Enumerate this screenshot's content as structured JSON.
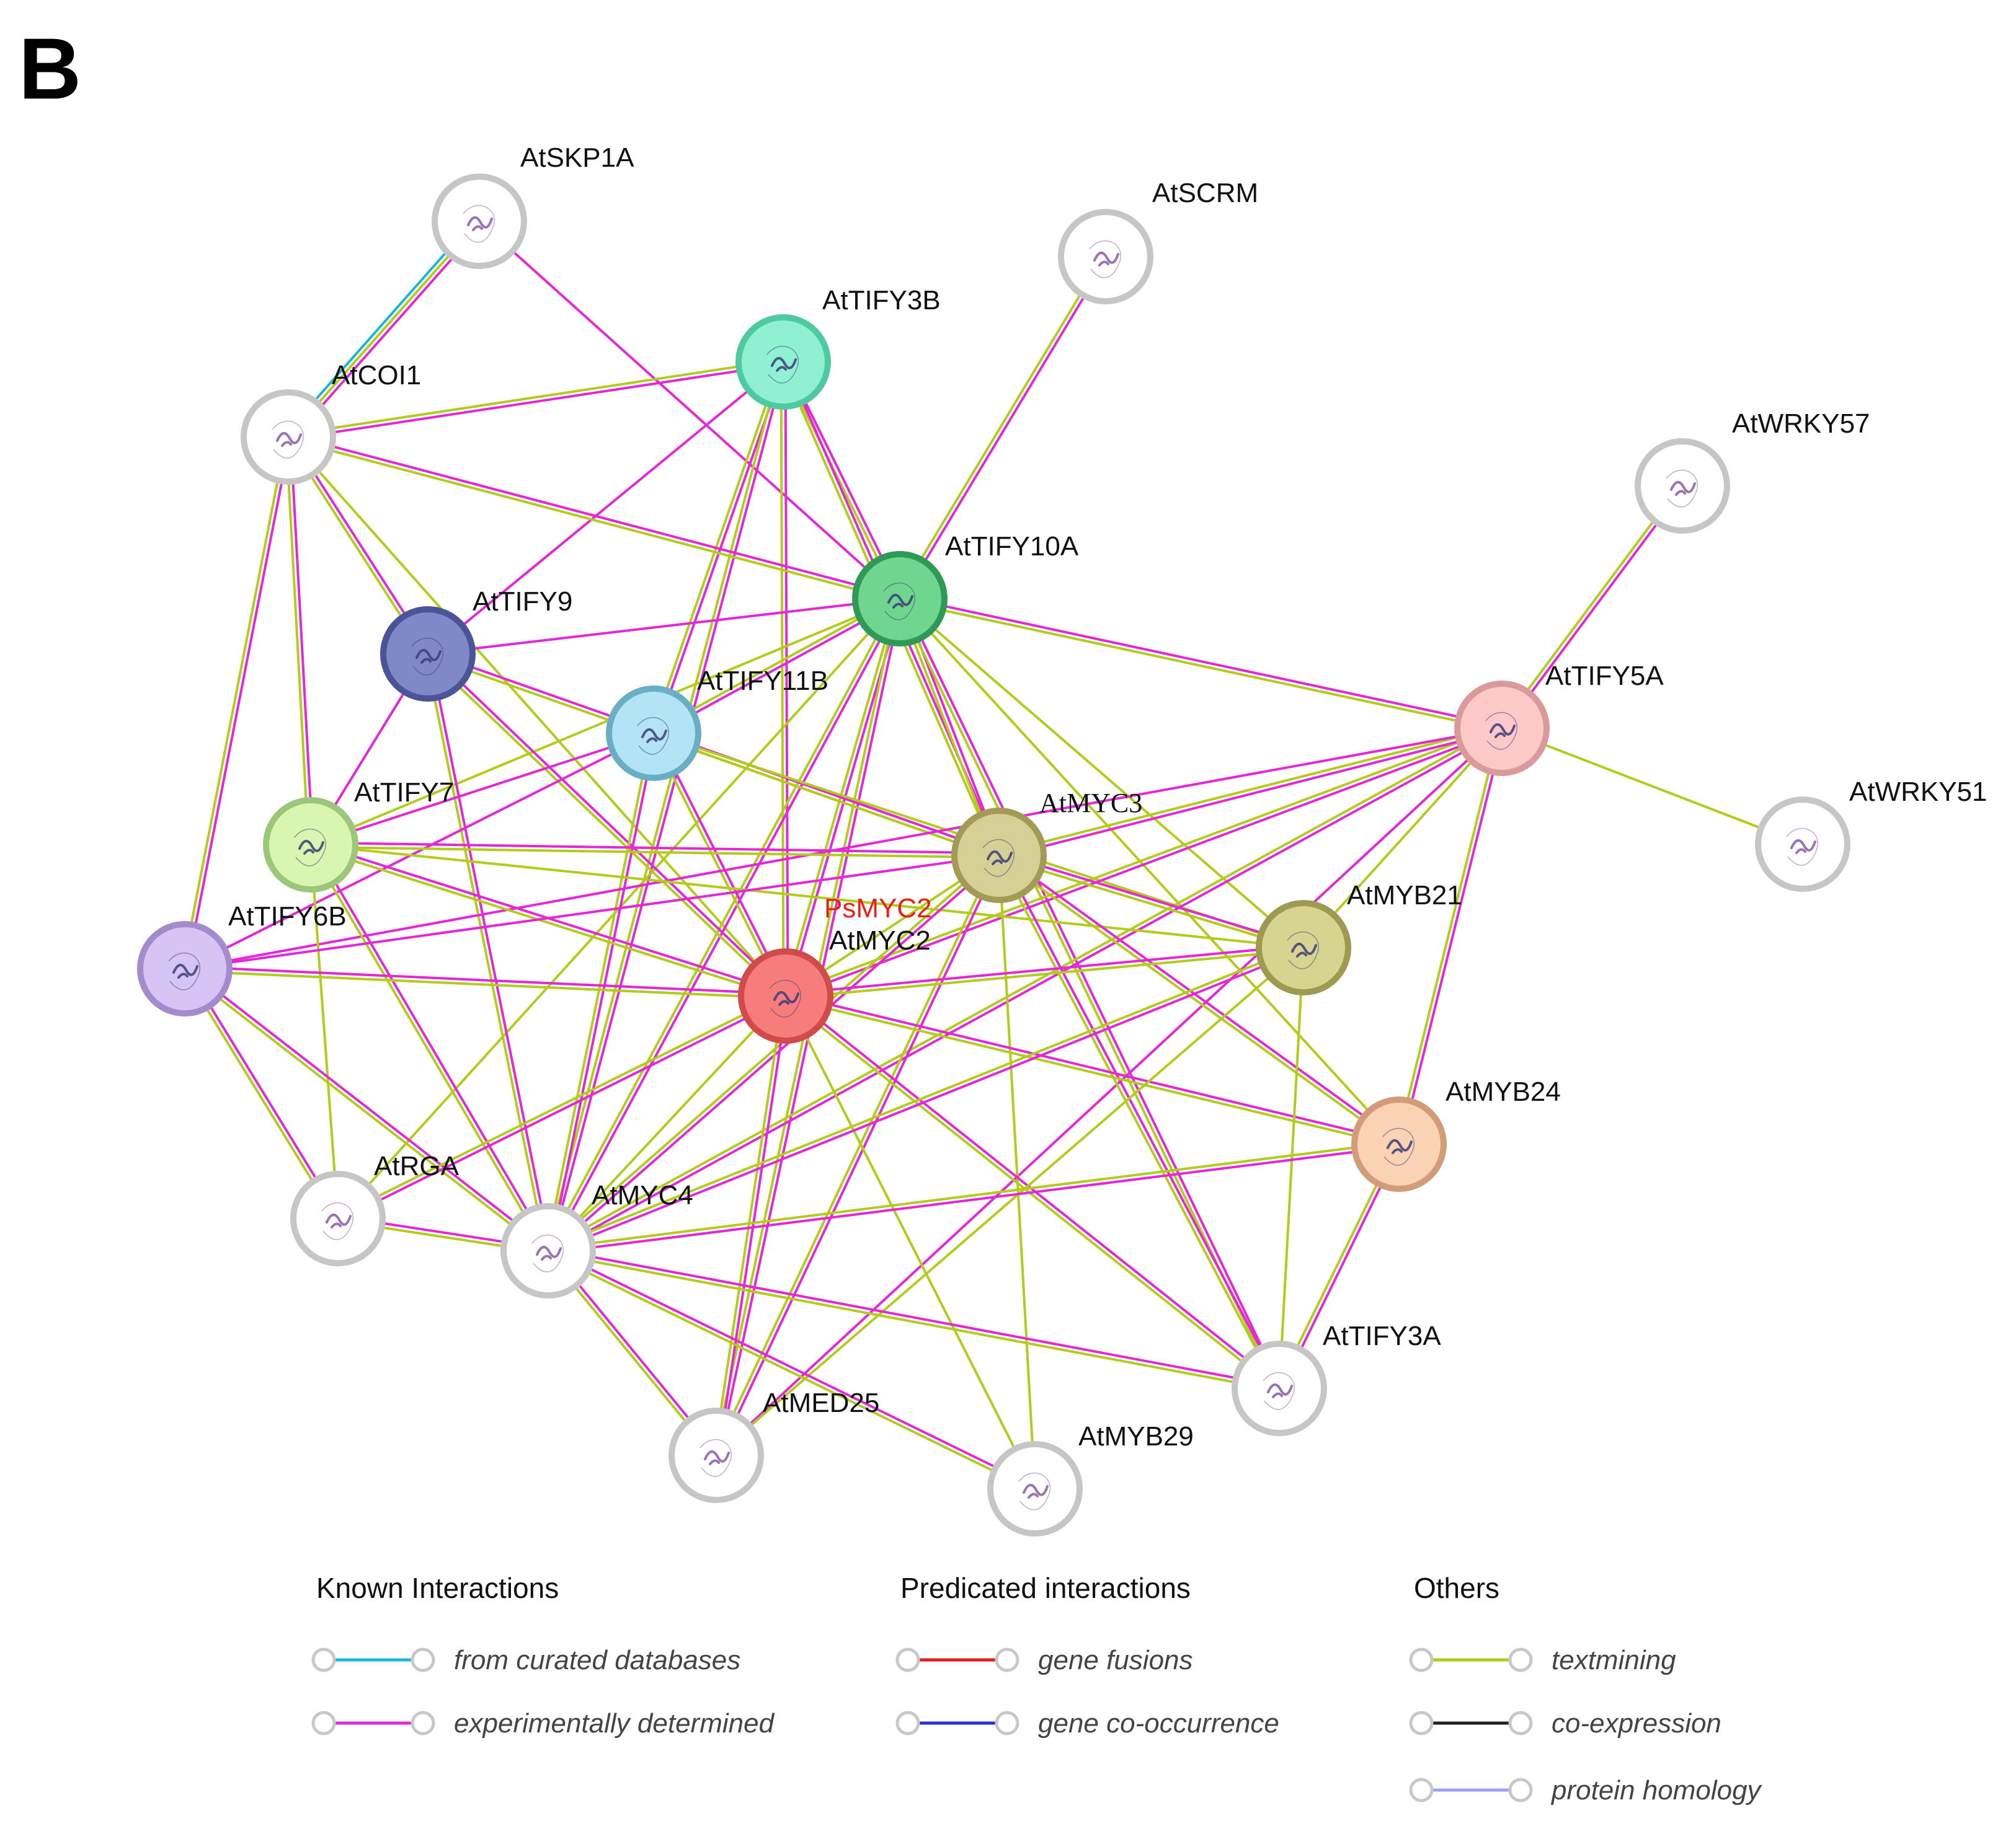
{
  "panel_label": "B",
  "colors": {
    "experimental": "#e528d6",
    "textmining": "#b3cc1c",
    "curated": "#18b6da",
    "gene_fusion": "#e81919",
    "cooccurrence": "#2a2fd6",
    "coexpression": "#222222",
    "homology": "#9ba0f0",
    "node_ring_default": "#c6c6c6"
  },
  "nodes": [
    {
      "id": "skp1a",
      "label": "AtSKP1A",
      "fill": "#ffffff",
      "ring": "#c6c6c6",
      "icon": "protein-structure-icon"
    },
    {
      "id": "scrm",
      "label": "AtSCRM",
      "fill": "#ffffff",
      "ring": "#c6c6c6",
      "icon": "protein-structure-icon"
    },
    {
      "id": "tify3b",
      "label": "AtTIFY3B",
      "fill": "#8ff0d2",
      "ring": "#4fc9a0",
      "icon": "protein-structure-icon"
    },
    {
      "id": "coi1",
      "label": "AtCOI1",
      "fill": "#ffffff",
      "ring": "#c6c6c6",
      "icon": "protein-structure-icon"
    },
    {
      "id": "wrky57",
      "label": "AtWRKY57",
      "fill": "#ffffff",
      "ring": "#c6c6c6",
      "icon": "protein-structure-icon"
    },
    {
      "id": "tify10a",
      "label": "AtTIFY10A",
      "fill": "#6fd68f",
      "ring": "#2e9a55",
      "icon": "protein-structure-icon"
    },
    {
      "id": "tify9",
      "label": "AtTIFY9",
      "fill": "#8088c8",
      "ring": "#4b5496",
      "icon": "protein-structure-icon"
    },
    {
      "id": "tify11b",
      "label": "AtTIFY11B",
      "fill": "#b2e4f6",
      "ring": "#6aaec6",
      "icon": "protein-structure-icon"
    },
    {
      "id": "tify5a",
      "label": "AtTIFY5A",
      "fill": "#fdc8c8",
      "ring": "#d89a9a",
      "icon": "protein-structure-icon"
    },
    {
      "id": "wrky51",
      "label": "AtWRKY51",
      "fill": "#ffffff",
      "ring": "#c6c6c6",
      "icon": "protein-structure-icon"
    },
    {
      "id": "tify7",
      "label": "AtTIFY7",
      "fill": "#d8f6b0",
      "ring": "#9cc77a",
      "icon": "protein-structure-icon"
    },
    {
      "id": "myc3",
      "label": "AtMYC3",
      "fill": "#d6d096",
      "ring": "#a39b55",
      "icon": "protein-structure-icon",
      "serif": true
    },
    {
      "id": "tify6b",
      "label": "AtTIFY6B",
      "fill": "#d6c4f5",
      "ring": "#a48ccc",
      "icon": "protein-structure-icon"
    },
    {
      "id": "myb21",
      "label": "AtMYB21",
      "fill": "#d6d48f",
      "ring": "#9e9a52",
      "icon": "protein-structure-icon"
    },
    {
      "id": "myc2",
      "label": "AtMYC2",
      "fill": "#f77d7d",
      "ring": "#d24b4b",
      "icon": "protein-structure-icon",
      "highlight_label": "PsMYC2"
    },
    {
      "id": "myb24",
      "label": "AtMYB24",
      "fill": "#fad2b4",
      "ring": "#d29c78",
      "icon": "protein-structure-icon"
    },
    {
      "id": "rga",
      "label": "AtRGA",
      "fill": "#ffffff",
      "ring": "#c6c6c6",
      "icon": "protein-structure-icon"
    },
    {
      "id": "myc4",
      "label": "AtMYC4",
      "fill": "#ffffff",
      "ring": "#c6c6c6",
      "icon": "protein-structure-icon"
    },
    {
      "id": "tify3a",
      "label": "AtTIFY3A",
      "fill": "#ffffff",
      "ring": "#c6c6c6",
      "icon": "protein-structure-icon"
    },
    {
      "id": "med25",
      "label": "AtMED25",
      "fill": "#ffffff",
      "ring": "#c6c6c6",
      "icon": "protein-structure-icon"
    },
    {
      "id": "myb29",
      "label": "AtMYB29",
      "fill": "#ffffff",
      "ring": "#c6c6c6",
      "icon": "protein-structure-icon"
    }
  ],
  "edges": [
    {
      "source": "skp1a",
      "target": "coi1",
      "types": [
        "experimental",
        "textmining",
        "curated"
      ]
    },
    {
      "source": "skp1a",
      "target": "tify10a",
      "types": [
        "experimental"
      ]
    },
    {
      "source": "scrm",
      "target": "tify10a",
      "types": [
        "experimental",
        "textmining"
      ]
    },
    {
      "source": "tify3b",
      "target": "coi1",
      "types": [
        "experimental",
        "textmining"
      ]
    },
    {
      "source": "tify3b",
      "target": "tify10a",
      "types": [
        "experimental",
        "textmining"
      ]
    },
    {
      "source": "tify3b",
      "target": "tify9",
      "types": [
        "experimental"
      ]
    },
    {
      "source": "tify3b",
      "target": "tify11b",
      "types": [
        "experimental",
        "textmining"
      ]
    },
    {
      "source": "tify3b",
      "target": "myc2",
      "types": [
        "experimental",
        "textmining"
      ]
    },
    {
      "source": "tify3b",
      "target": "myc3",
      "types": [
        "experimental",
        "textmining"
      ]
    },
    {
      "source": "tify3b",
      "target": "myc4",
      "types": [
        "experimental",
        "textmining"
      ]
    },
    {
      "source": "coi1",
      "target": "tify10a",
      "types": [
        "experimental",
        "textmining"
      ]
    },
    {
      "source": "coi1",
      "target": "tify9",
      "types": [
        "experimental",
        "textmining"
      ]
    },
    {
      "source": "coi1",
      "target": "tify7",
      "types": [
        "experimental",
        "textmining"
      ]
    },
    {
      "source": "coi1",
      "target": "tify6b",
      "types": [
        "experimental",
        "textmining"
      ]
    },
    {
      "source": "coi1",
      "target": "myc2",
      "types": [
        "textmining"
      ]
    },
    {
      "source": "wrky57",
      "target": "tify5a",
      "types": [
        "experimental",
        "textmining"
      ]
    },
    {
      "source": "tify10a",
      "target": "tify9",
      "types": [
        "experimental"
      ]
    },
    {
      "source": "tify10a",
      "target": "tify11b",
      "types": [
        "experimental",
        "textmining"
      ]
    },
    {
      "source": "tify10a",
      "target": "tify5a",
      "types": [
        "experimental",
        "textmining"
      ]
    },
    {
      "source": "tify10a",
      "target": "myc2",
      "types": [
        "experimental",
        "textmining"
      ]
    },
    {
      "source": "tify10a",
      "target": "myc3",
      "types": [
        "experimental",
        "textmining"
      ]
    },
    {
      "source": "tify10a",
      "target": "myc4",
      "types": [
        "experimental",
        "textmining"
      ]
    },
    {
      "source": "tify10a",
      "target": "myb21",
      "types": [
        "textmining"
      ]
    },
    {
      "source": "tify10a",
      "target": "myb24",
      "types": [
        "textmining"
      ]
    },
    {
      "source": "tify10a",
      "target": "tify3a",
      "types": [
        "experimental",
        "textmining"
      ]
    },
    {
      "source": "tify10a",
      "target": "med25",
      "types": [
        "experimental",
        "textmining"
      ]
    },
    {
      "source": "tify10a",
      "target": "rga",
      "types": [
        "textmining"
      ]
    },
    {
      "source": "tify10a",
      "target": "tify7",
      "types": [
        "textmining"
      ]
    },
    {
      "source": "tify9",
      "target": "tify7",
      "types": [
        "experimental"
      ]
    },
    {
      "source": "tify9",
      "target": "myc2",
      "types": [
        "experimental",
        "textmining"
      ]
    },
    {
      "source": "tify9",
      "target": "myc3",
      "types": [
        "experimental",
        "textmining"
      ]
    },
    {
      "source": "tify9",
      "target": "myc4",
      "types": [
        "experimental",
        "textmining"
      ]
    },
    {
      "source": "tify11b",
      "target": "tify7",
      "types": [
        "experimental"
      ]
    },
    {
      "source": "tify11b",
      "target": "myc2",
      "types": [
        "experimental",
        "textmining"
      ]
    },
    {
      "source": "tify11b",
      "target": "myc3",
      "types": [
        "experimental",
        "textmining"
      ]
    },
    {
      "source": "tify11b",
      "target": "myc4",
      "types": [
        "experimental",
        "textmining"
      ]
    },
    {
      "source": "tify11b",
      "target": "tify6b",
      "types": [
        "experimental"
      ]
    },
    {
      "source": "tify11b",
      "target": "myb21",
      "types": [
        "textmining"
      ]
    },
    {
      "source": "tify5a",
      "target": "wrky51",
      "types": [
        "textmining"
      ]
    },
    {
      "source": "tify5a",
      "target": "myc2",
      "types": [
        "experimental",
        "textmining"
      ]
    },
    {
      "source": "tify5a",
      "target": "myc3",
      "types": [
        "experimental",
        "textmining"
      ]
    },
    {
      "source": "tify5a",
      "target": "myc4",
      "types": [
        "experimental",
        "textmining"
      ]
    },
    {
      "source": "tify5a",
      "target": "myb21",
      "types": [
        "textmining"
      ]
    },
    {
      "source": "tify5a",
      "target": "myb24",
      "types": [
        "experimental",
        "textmining"
      ]
    },
    {
      "source": "tify5a",
      "target": "tify6b",
      "types": [
        "experimental"
      ]
    },
    {
      "source": "tify5a",
      "target": "med25",
      "types": [
        "experimental"
      ]
    },
    {
      "source": "tify7",
      "target": "myc2",
      "types": [
        "experimental",
        "textmining"
      ]
    },
    {
      "source": "tify7",
      "target": "myc3",
      "types": [
        "experimental",
        "textmining"
      ]
    },
    {
      "source": "tify7",
      "target": "myc4",
      "types": [
        "experimental",
        "textmining"
      ]
    },
    {
      "source": "tify7",
      "target": "rga",
      "types": [
        "textmining"
      ]
    },
    {
      "source": "tify7",
      "target": "myb21",
      "types": [
        "textmining"
      ]
    },
    {
      "source": "tify6b",
      "target": "myc2",
      "types": [
        "experimental",
        "textmining"
      ]
    },
    {
      "source": "tify6b",
      "target": "myc3",
      "types": [
        "experimental"
      ]
    },
    {
      "source": "tify6b",
      "target": "myc4",
      "types": [
        "experimental",
        "textmining"
      ]
    },
    {
      "source": "tify6b",
      "target": "rga",
      "types": [
        "experimental",
        "textmining"
      ]
    },
    {
      "source": "myc3",
      "target": "myc2",
      "types": [
        "textmining"
      ]
    },
    {
      "source": "myc3",
      "target": "myb21",
      "types": [
        "experimental",
        "textmining"
      ]
    },
    {
      "source": "myc3",
      "target": "myb24",
      "types": [
        "experimental",
        "textmining"
      ]
    },
    {
      "source": "myc3",
      "target": "tify3a",
      "types": [
        "experimental",
        "textmining"
      ]
    },
    {
      "source": "myc3",
      "target": "med25",
      "types": [
        "experimental",
        "textmining"
      ]
    },
    {
      "source": "myc3",
      "target": "myb29",
      "types": [
        "textmining"
      ]
    },
    {
      "source": "myc3",
      "target": "myc4",
      "types": [
        "experimental",
        "textmining"
      ]
    },
    {
      "source": "myc2",
      "target": "myb21",
      "types": [
        "experimental",
        "textmining"
      ]
    },
    {
      "source": "myc2",
      "target": "myb24",
      "types": [
        "experimental",
        "textmining"
      ]
    },
    {
      "source": "myc2",
      "target": "myc4",
      "types": [
        "textmining"
      ]
    },
    {
      "source": "myc2",
      "target": "rga",
      "types": [
        "experimental",
        "textmining"
      ]
    },
    {
      "source": "myc2",
      "target": "med25",
      "types": [
        "experimental",
        "textmining"
      ]
    },
    {
      "source": "myc2",
      "target": "myb29",
      "types": [
        "textmining"
      ]
    },
    {
      "source": "myc2",
      "target": "tify3a",
      "types": [
        "experimental",
        "textmining"
      ]
    },
    {
      "source": "myb21",
      "target": "myc4",
      "types": [
        "experimental",
        "textmining"
      ]
    },
    {
      "source": "myb21",
      "target": "tify3a",
      "types": [
        "textmining"
      ]
    },
    {
      "source": "myb21",
      "target": "med25",
      "types": [
        "textmining"
      ]
    },
    {
      "source": "myb24",
      "target": "myc4",
      "types": [
        "experimental",
        "textmining"
      ]
    },
    {
      "source": "myb24",
      "target": "tify3a",
      "types": [
        "experimental",
        "textmining"
      ]
    },
    {
      "source": "rga",
      "target": "myc4",
      "types": [
        "experimental",
        "textmining"
      ]
    },
    {
      "source": "myc4",
      "target": "tify3a",
      "types": [
        "experimental",
        "textmining"
      ]
    },
    {
      "source": "myc4",
      "target": "med25",
      "types": [
        "experimental",
        "textmining"
      ]
    },
    {
      "source": "myc4",
      "target": "myb29",
      "types": [
        "experimental",
        "textmining"
      ]
    }
  ],
  "legend": {
    "groups": [
      {
        "title": "Known  Interactions",
        "items": [
          {
            "label": "from curated databases",
            "color_key": "curated"
          },
          {
            "label": "experimentally determined",
            "color_key": "experimental"
          }
        ]
      },
      {
        "title": "Predicated interactions",
        "items": [
          {
            "label": "gene fusions",
            "color_key": "gene_fusion"
          },
          {
            "label": "gene co-occurrence",
            "color_key": "cooccurrence"
          }
        ]
      },
      {
        "title": "Others",
        "items": [
          {
            "label": "textmining",
            "color_key": "textmining"
          },
          {
            "label": "co-expression",
            "color_key": "coexpression"
          },
          {
            "label": "protein homology",
            "color_key": "homology"
          }
        ]
      }
    ]
  }
}
